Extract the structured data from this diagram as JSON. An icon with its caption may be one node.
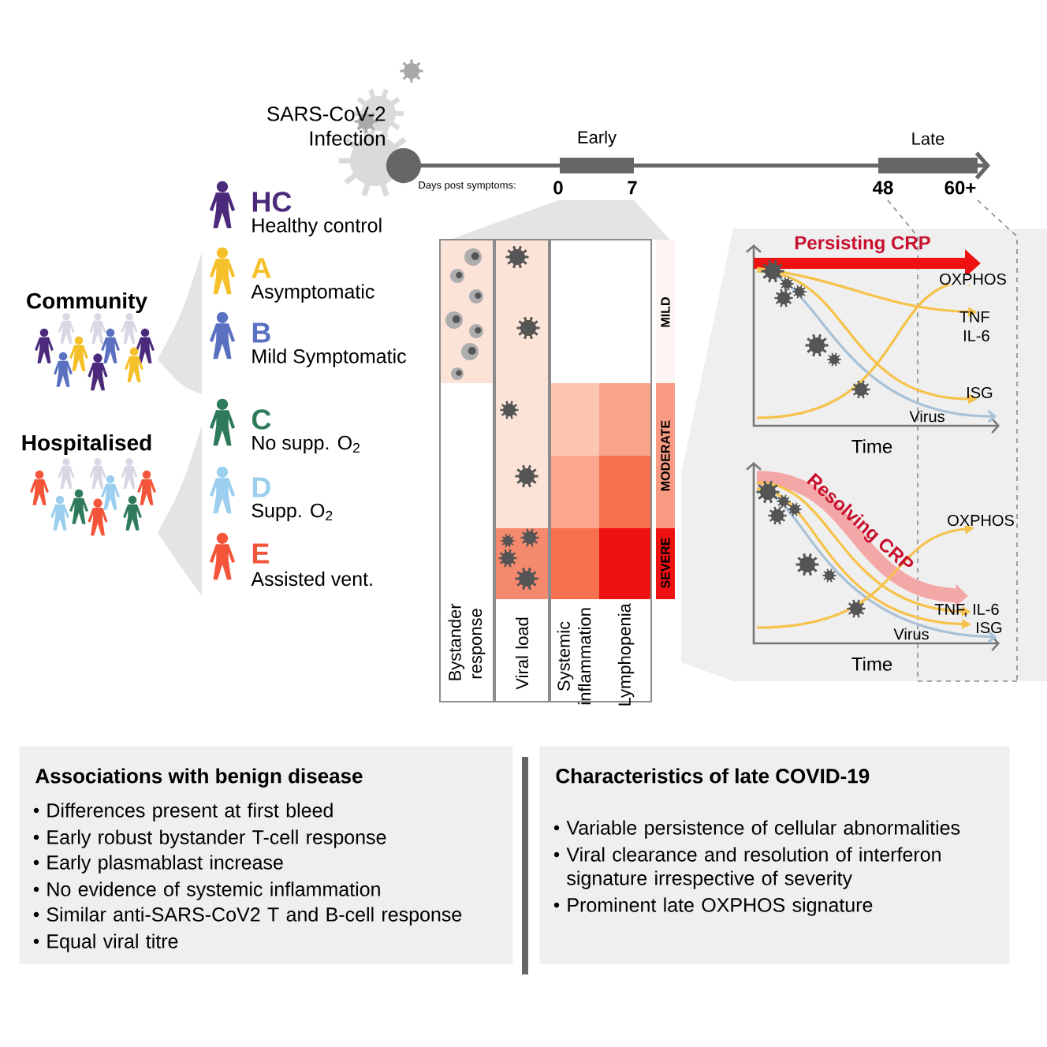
{
  "diagram": {
    "nodes": [
      {
        "text": [
          "Associations with benign disease",
          "Differences present at first bleed",
          "Early robust bystander T-cell response",
          "Early plasmablast increase",
          "No evidence of systemic inflammation",
          "Similar anti-SARS-CoV2 T and B-cell response",
          "Equal viral titre"
        ]
      },
      {
        "text": [
          "Characteristics of late COVID-19",
          "Variable persistence of cellular abnormalities",
          "Viral clearance and resolution of interferon signature irrespective of severity",
          "Prominent late OXPHOS signature"
        ]
      }
    ],
    "labels": [
      "SARS-CoV-2 Infection",
      "Days post symptoms:",
      "0",
      "7",
      "48",
      "60+",
      "Community",
      "HC",
      "Healthy control",
      "A",
      "Asymptomatic",
      "B",
      "Mild Symptomatic",
      "Hospitalised",
      "C",
      "No supp. O$_{2}$",
      "D",
      "Supp. O$_{2}$",
      "E",
      "Assisted vent.",
      "MILD",
      "MODERATE",
      "SEVERE",
      "Bystander response",
      "Viral load",
      "Systemic inflammation",
      "Lymphopenia",
      "Persisting CRP",
      "OXPHOS",
      "TNF IL-6",
      "ISG",
      "Virus",
      "Time",
      "Resolving CRP",
      "OXPHOS",
      "TNF, IL-6",
      "ISG",
      "Virus",
      "Time",
      "Early",
      "Late"
    ]
  }
}
